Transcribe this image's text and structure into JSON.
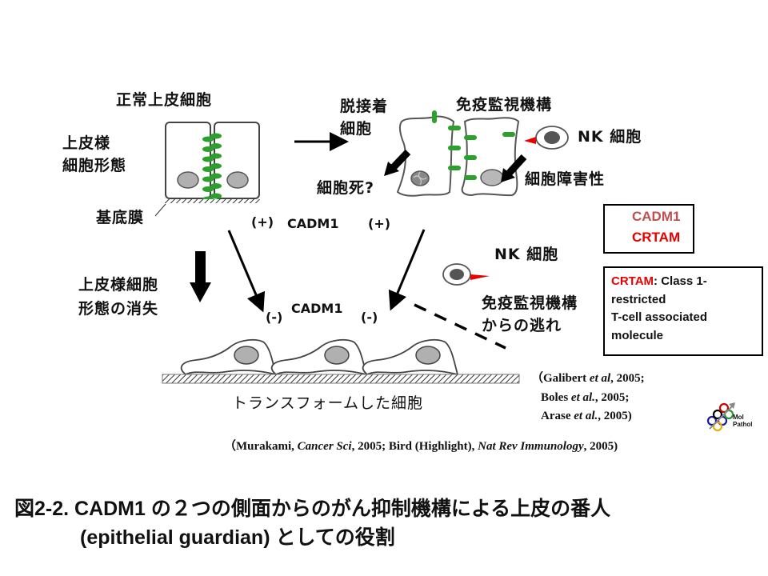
{
  "labels": {
    "normal_epithelial_cell": "正常上皮細胞",
    "epithelial_morphology_line1": "上皮様",
    "epithelial_morphology_line2": "細胞形態",
    "basement_membrane": "基底膜",
    "detached_cell_line1": "脱接着",
    "detached_cell_line2": "細胞",
    "immune_surveillance": "免疫監視機構",
    "nk_cell_top": "NK 細胞",
    "cell_death": "細胞死?",
    "cytotoxicity": "細胞障害性",
    "plus_left": "(+)",
    "cadm1_top": "CADM1",
    "plus_right": "(+)",
    "loss_line1": "上皮様細胞",
    "loss_line2": "形態の消失",
    "minus_left": "(-)",
    "cadm1_bottom": "CADM1",
    "minus_right": "(-)",
    "nk_cell_mid": "NK 細胞",
    "escape_line1": "免疫監視機構",
    "escape_line2": "からの逃れ",
    "transformed_cells": "トランスフォームした細胞"
  },
  "legend": {
    "items": [
      {
        "label": "CADM1",
        "color": "#c0504d",
        "marker_color": "#2ca02c"
      },
      {
        "label": "CRTAM",
        "color": "#e80000",
        "marker_color": "#e80000"
      }
    ]
  },
  "definition": {
    "term": "CRTAM",
    "line1": ": Class 1-",
    "line2": "restricted",
    "line3": "T-cell associated",
    "line4": "molecule"
  },
  "references": {
    "right": {
      "r1_author": "Galibert ",
      "r1_etal": "et al",
      "r1_year": ", 2005;",
      "r2_author": "Boles ",
      "r2_etal": "et al.",
      "r2_year": ", 2005;",
      "r3_author": "Arase ",
      "r3_etal": "et al.",
      "r3_year": ", 2005)"
    },
    "bottom": {
      "p1": "（Murakami, ",
      "journal1": "Cancer Sci",
      "p2": ", 2005; Bird (Highlight), ",
      "journal2": "Nat Rev Immunology",
      "p3": ", 2005)"
    }
  },
  "logo": {
    "line1": "Mol",
    "line2": "Pathol"
  },
  "caption": {
    "line1": "図2-2.  CADM1 の２つの側面からのがん抑制機構による上皮の番人",
    "line2": "(epithelial guardian)   としての役割"
  },
  "colors": {
    "cadm1_green": "#2ca02c",
    "crtam_red": "#e80000",
    "nucleus_gray": "#b0b0b0",
    "nk_nucleus": "#555555"
  }
}
